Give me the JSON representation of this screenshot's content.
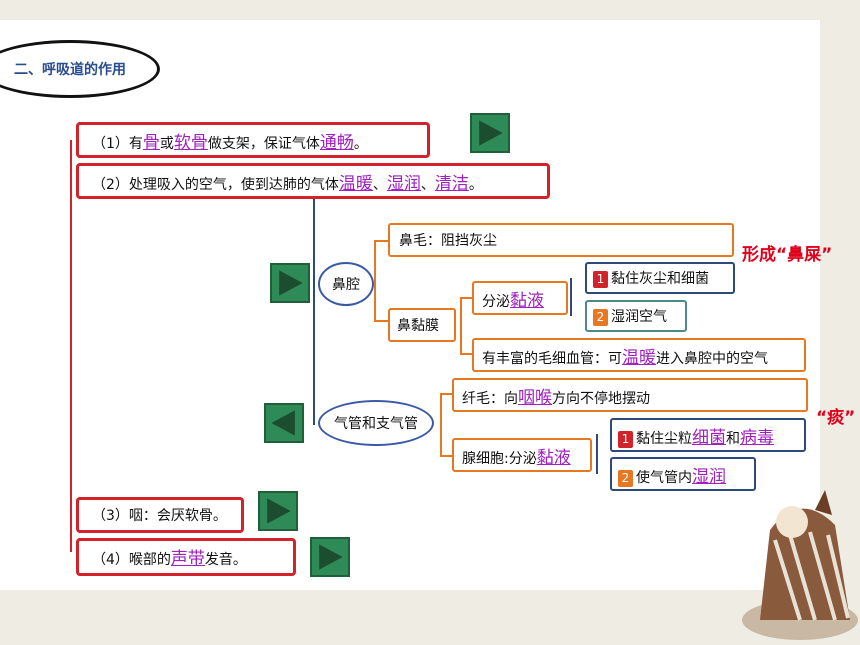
{
  "section_title": "二、呼吸道的作用",
  "items": {
    "i1": {
      "pre": "（1）有",
      "a1": "骨",
      "mid": "或",
      "a2": "软骨",
      "post": "做支架，保证气体",
      "a3": "通畅",
      "end": "。"
    },
    "i2": {
      "pre": "（2）处理吸入的空气，使到达肺的气体",
      "a1": "温暖",
      "s1": "、",
      "a2": "湿润",
      "s2": "、",
      "a3": "清洁",
      "end": "。"
    },
    "i3": {
      "text": "（3）咽：会厌软骨。"
    },
    "i4": {
      "pre": "（4）喉部的",
      "a1": "声带",
      "post": "发音。"
    }
  },
  "nose": {
    "label": "鼻腔",
    "hair": "鼻毛：阻挡灰尘",
    "mucosa": "鼻黏膜",
    "secrete_pre": "分泌",
    "secrete_ans": "黏液",
    "sub1_num": "1",
    "sub1": "黏住灰尘和细菌",
    "sub2_num": "2",
    "sub2": "湿润空气",
    "vessel_pre": "有丰富的毛细血管：可",
    "vessel_ans": "温暖",
    "vessel_post": "进入鼻腔中的空气",
    "note": "形成“鼻屎”"
  },
  "trachea": {
    "label": "气管和支气管",
    "cilia_pre": "纤毛：向",
    "cilia_ans": "咽喉",
    "cilia_post": "方向不停地摆动",
    "gland_pre": "腺细胞:分泌",
    "gland_ans": "黏液",
    "sub1_num": "1",
    "sub1_pre": "黏住尘粒",
    "sub1_a1": "细菌",
    "sub1_mid": "和",
    "sub1_a2": "病毒",
    "sub2_num": "2",
    "sub2_pre": "使气管内",
    "sub2_ans": "湿润",
    "note": "“痰”"
  },
  "colors": {
    "red": "#d2232a",
    "orange": "#e87722",
    "answer": "#a020c0",
    "nav": "#2e8b57"
  },
  "icons": [
    "play-right-icon",
    "play-left-icon"
  ]
}
